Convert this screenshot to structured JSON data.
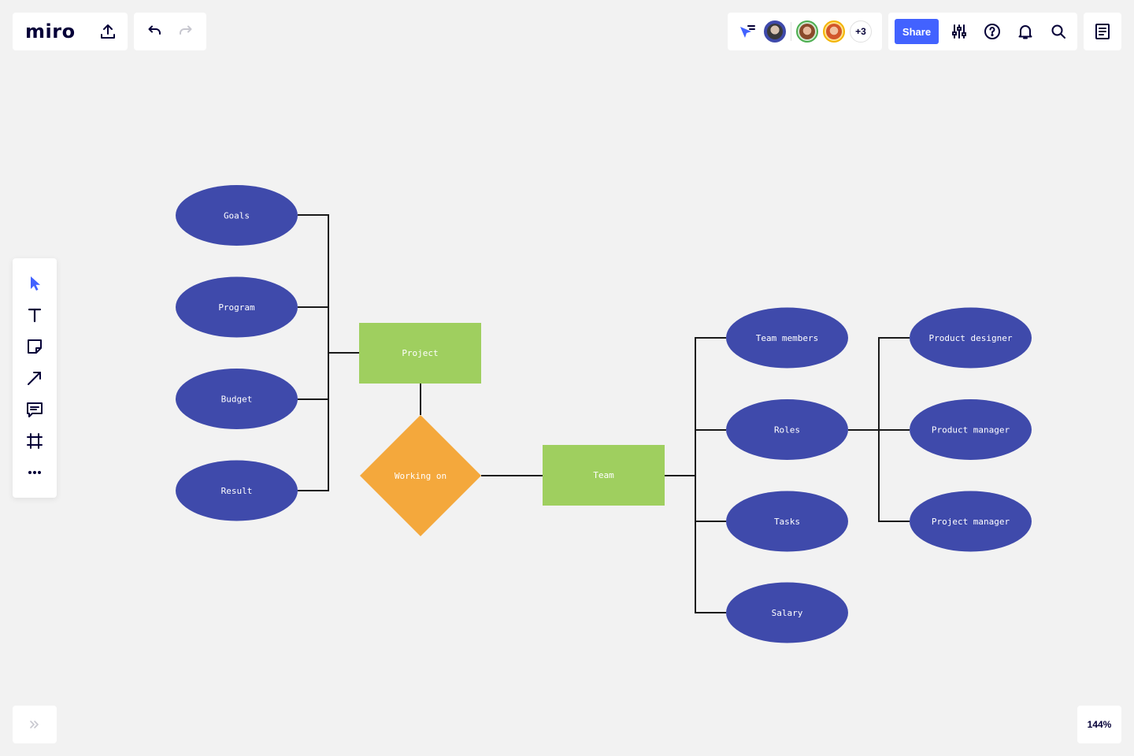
{
  "app": {
    "logo": "miro",
    "zoom": "144%"
  },
  "toolbar": {
    "share_label": "Share",
    "more_collaborators": "+3",
    "icons": [
      "upload-icon",
      "undo-icon",
      "redo-icon",
      "cursor-filter-icon",
      "settings-sliders-icon",
      "help-icon",
      "bell-icon",
      "search-icon",
      "notes-icon"
    ]
  },
  "left_toolbar": {
    "tools": [
      "select",
      "text",
      "sticky-note",
      "connection-line",
      "comment",
      "frame",
      "more"
    ]
  },
  "colors": {
    "accent": "#4262ff",
    "entity": "#9fcf5f",
    "attribute": "#3f4aab",
    "relationship": "#f4a83c",
    "line": "#1a1a1a"
  },
  "diagram": {
    "entities": {
      "project": "Project",
      "team": "Team"
    },
    "relationship": "Working on",
    "project_attributes": [
      "Goals",
      "Program",
      "Budget",
      "Result"
    ],
    "team_attributes": [
      "Team members",
      "Roles",
      "Tasks",
      "Salary"
    ],
    "role_values": [
      "Product designer",
      "Product manager",
      "Project manager"
    ]
  }
}
